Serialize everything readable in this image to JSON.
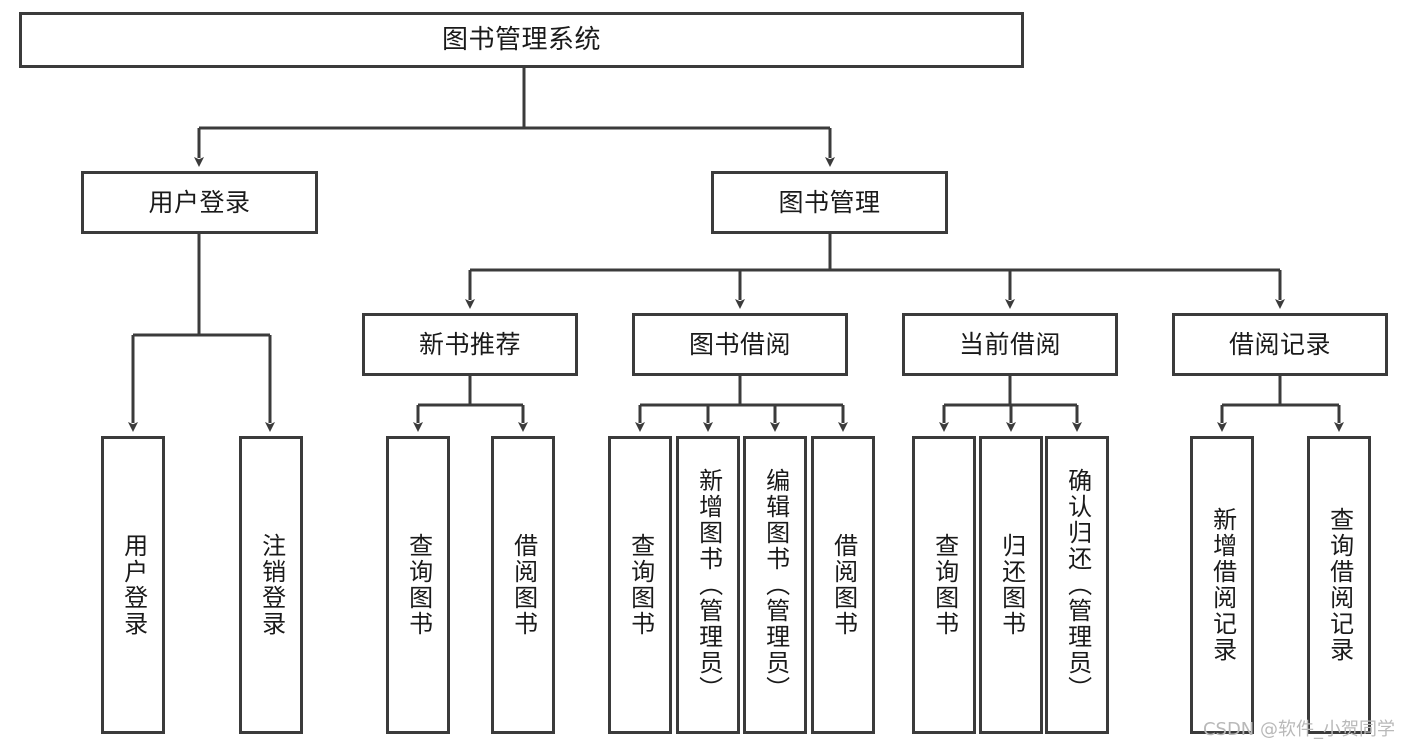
{
  "diagram": {
    "type": "tree-hierarchy-diagram",
    "title": "图书管理系统",
    "style": {
      "background": "#ffffff",
      "box_border": "#3b3b3b",
      "box_fill": "#ffffff",
      "text": "#1a1a1a",
      "connector": "#3b3b3b",
      "watermark": "#b9b9b9"
    },
    "watermark": "CSDN @软件_小贺同学",
    "nodes": {
      "root": {
        "label": "图书管理系统",
        "level": 0
      },
      "user_login": {
        "label": "用户登录",
        "level": 1
      },
      "book_manage": {
        "label": "图书管理",
        "level": 1
      },
      "new_book_rec": {
        "label": "新书推荐",
        "level": 2
      },
      "book_borrow": {
        "label": "图书借阅",
        "level": 2
      },
      "current_borrow": {
        "label": "当前借阅",
        "level": 2
      },
      "borrow_record": {
        "label": "借阅记录",
        "level": 2
      },
      "leaf_user_login": {
        "label": "用户登录",
        "level": 3
      },
      "leaf_logout": {
        "label": "注销登录",
        "level": 3
      },
      "leaf_query_book_1": {
        "label": "查询图书",
        "level": 3
      },
      "leaf_borrow_book_1": {
        "label": "借阅图书",
        "level": 3
      },
      "leaf_query_book_2": {
        "label": "查询图书",
        "level": 3
      },
      "leaf_add_book": {
        "label": "新增图书（管理员）",
        "level": 3
      },
      "leaf_edit_book": {
        "label": "编辑图书（管理员）",
        "level": 3
      },
      "leaf_borrow_book_2": {
        "label": "借阅图书",
        "level": 3
      },
      "leaf_query_book_3": {
        "label": "查询图书",
        "level": 3
      },
      "leaf_return_book": {
        "label": "归还图书",
        "level": 3
      },
      "leaf_confirm_return": {
        "label": "确认归还（管理员）",
        "level": 3
      },
      "leaf_add_record": {
        "label": "新增借阅记录",
        "level": 3
      },
      "leaf_query_record": {
        "label": "查询借阅记录",
        "level": 3
      }
    },
    "edges": [
      {
        "from": "root",
        "to": "user_login"
      },
      {
        "from": "root",
        "to": "book_manage"
      },
      {
        "from": "user_login",
        "to": "leaf_user_login"
      },
      {
        "from": "user_login",
        "to": "leaf_logout"
      },
      {
        "from": "book_manage",
        "to": "new_book_rec"
      },
      {
        "from": "book_manage",
        "to": "book_borrow"
      },
      {
        "from": "book_manage",
        "to": "current_borrow"
      },
      {
        "from": "book_manage",
        "to": "borrow_record"
      },
      {
        "from": "new_book_rec",
        "to": "leaf_query_book_1"
      },
      {
        "from": "new_book_rec",
        "to": "leaf_borrow_book_1"
      },
      {
        "from": "book_borrow",
        "to": "leaf_query_book_2"
      },
      {
        "from": "book_borrow",
        "to": "leaf_add_book"
      },
      {
        "from": "book_borrow",
        "to": "leaf_edit_book"
      },
      {
        "from": "book_borrow",
        "to": "leaf_borrow_book_2"
      },
      {
        "from": "current_borrow",
        "to": "leaf_query_book_3"
      },
      {
        "from": "current_borrow",
        "to": "leaf_return_book"
      },
      {
        "from": "current_borrow",
        "to": "leaf_confirm_return"
      },
      {
        "from": "borrow_record",
        "to": "leaf_add_record"
      },
      {
        "from": "borrow_record",
        "to": "leaf_query_record"
      }
    ]
  }
}
